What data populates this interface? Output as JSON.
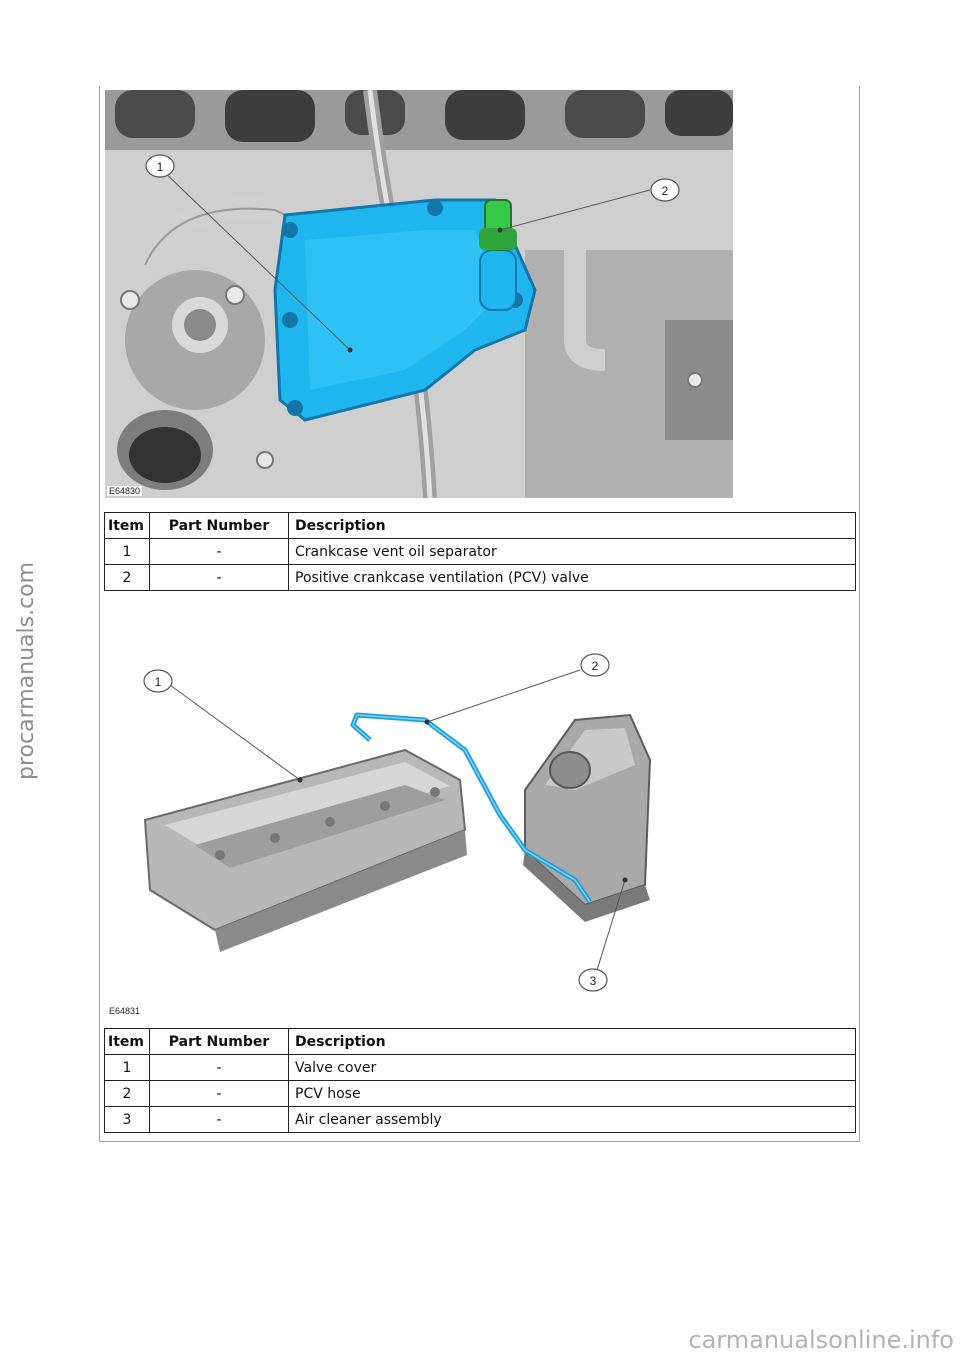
{
  "figure1": {
    "code": "E64830",
    "callouts": [
      "1",
      "2"
    ]
  },
  "table1": {
    "headers": {
      "item": "Item",
      "part": "Part Number",
      "desc": "Description"
    },
    "rows": [
      {
        "item": "1",
        "part": "-",
        "desc": "Crankcase vent oil separator"
      },
      {
        "item": "2",
        "part": "-",
        "desc": "Positive crankcase ventilation (PCV) valve"
      }
    ]
  },
  "figure2": {
    "code": "E64831",
    "callouts": [
      "1",
      "2",
      "3"
    ]
  },
  "table2": {
    "headers": {
      "item": "Item",
      "part": "Part Number",
      "desc": "Description"
    },
    "rows": [
      {
        "item": "1",
        "part": "-",
        "desc": "Valve cover"
      },
      {
        "item": "2",
        "part": "-",
        "desc": "PCV hose"
      },
      {
        "item": "3",
        "part": "-",
        "desc": "Air cleaner assembly"
      }
    ]
  },
  "watermarks": {
    "side": "procarmanuals.com",
    "bottom": "carmanualsonline.info"
  },
  "colors": {
    "separator_highlight": "#1fb6ef",
    "valve_highlight": "#37c84a",
    "hose_highlight": "#1f9fd8",
    "frame_border": "#8fa3c7"
  }
}
